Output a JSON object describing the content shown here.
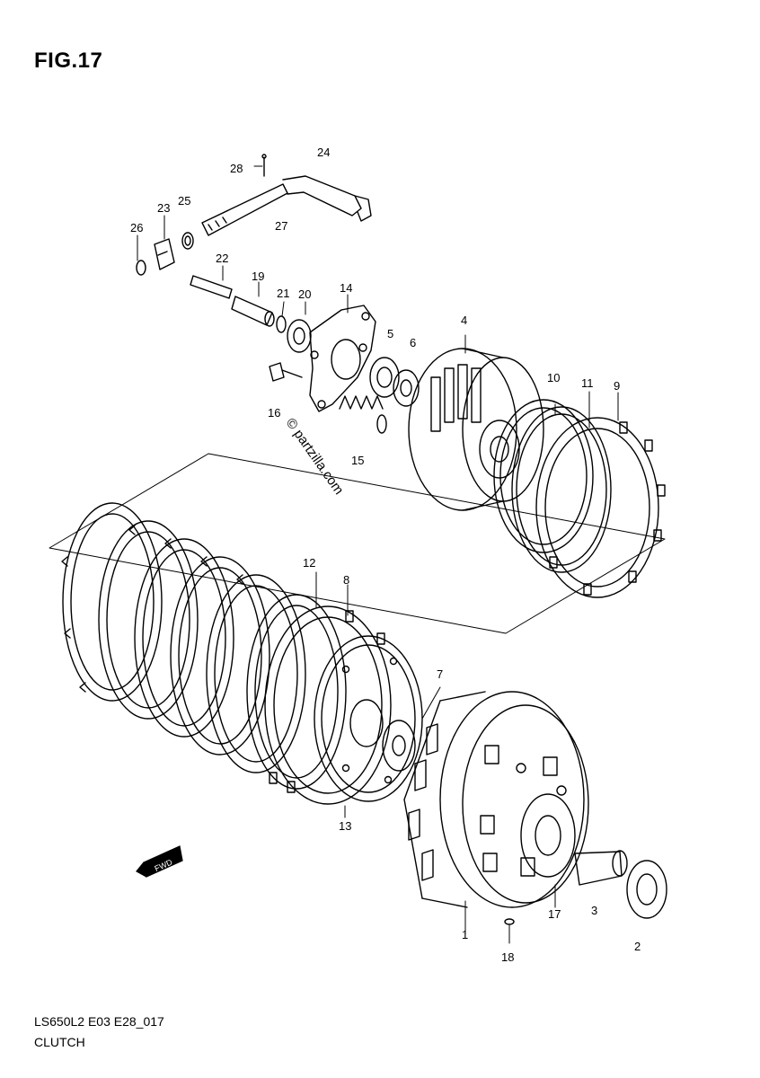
{
  "figure": {
    "title": "FIG.17",
    "code": "LS650L2 E03 E28_017",
    "name": "CLUTCH"
  },
  "watermark": "© partzilla.com",
  "direction_marker": "FWD",
  "callouts": [
    {
      "id": "c28",
      "label": "28"
    },
    {
      "id": "c24",
      "label": "24"
    },
    {
      "id": "c23",
      "label": "23"
    },
    {
      "id": "c25",
      "label": "25"
    },
    {
      "id": "c26",
      "label": "26"
    },
    {
      "id": "c27",
      "label": "27"
    },
    {
      "id": "c22",
      "label": "22"
    },
    {
      "id": "c19",
      "label": "19"
    },
    {
      "id": "c21",
      "label": "21"
    },
    {
      "id": "c20",
      "label": "20"
    },
    {
      "id": "c14",
      "label": "14"
    },
    {
      "id": "c4",
      "label": "4"
    },
    {
      "id": "c5",
      "label": "5"
    },
    {
      "id": "c6",
      "label": "6"
    },
    {
      "id": "c10",
      "label": "10"
    },
    {
      "id": "c11",
      "label": "11"
    },
    {
      "id": "c9",
      "label": "9"
    },
    {
      "id": "c16",
      "label": "16"
    },
    {
      "id": "c15",
      "label": "15"
    },
    {
      "id": "c12",
      "label": "12"
    },
    {
      "id": "c8",
      "label": "8"
    },
    {
      "id": "c7",
      "label": "7"
    },
    {
      "id": "c13",
      "label": "13"
    },
    {
      "id": "c1",
      "label": "1"
    },
    {
      "id": "c17",
      "label": "17"
    },
    {
      "id": "c3",
      "label": "3"
    },
    {
      "id": "c18",
      "label": "18"
    },
    {
      "id": "c2",
      "label": "2"
    }
  ]
}
